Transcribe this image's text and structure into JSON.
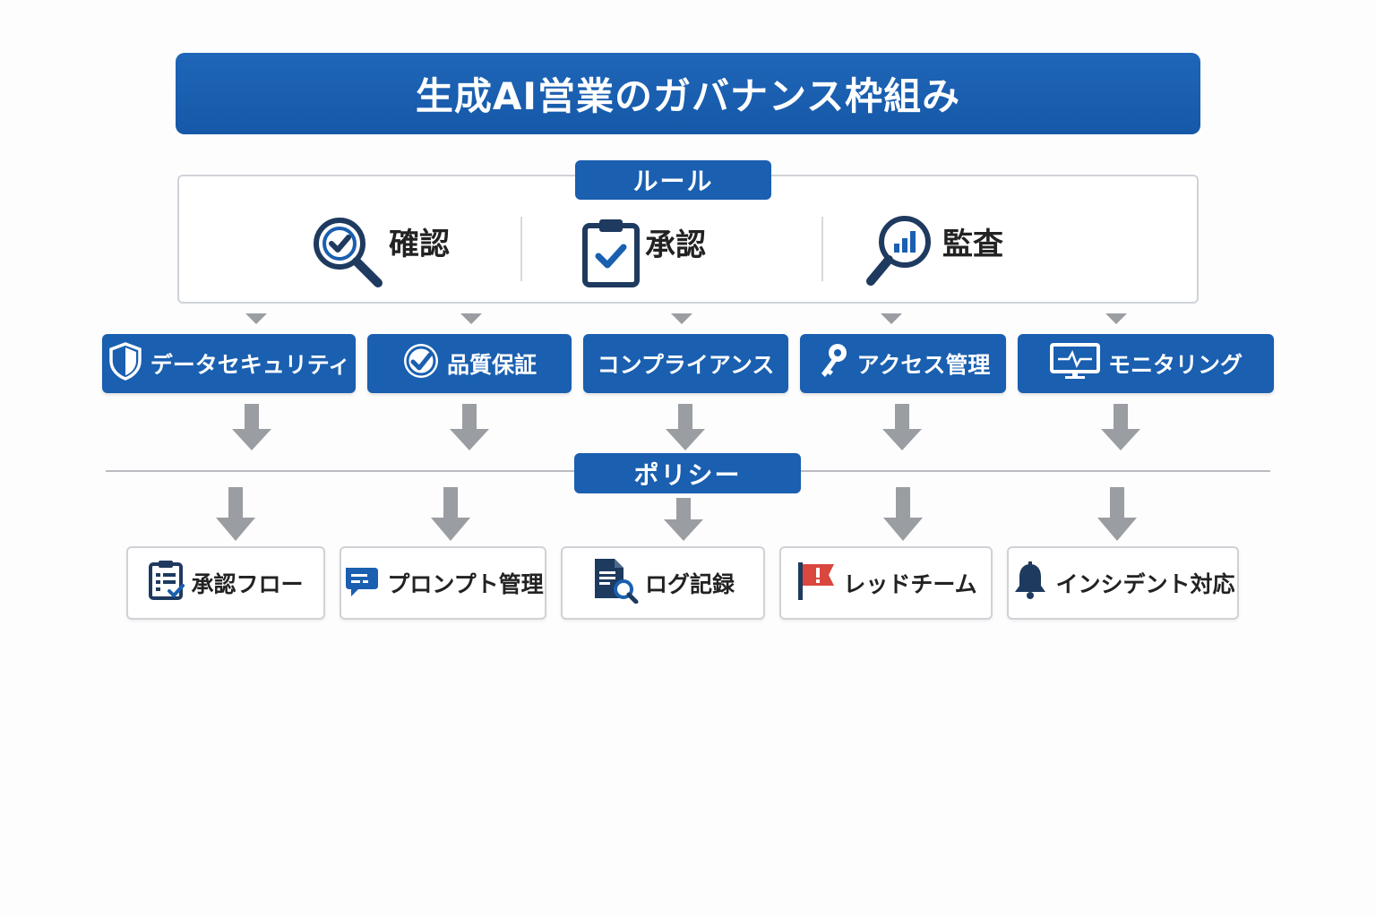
{
  "title": "生成AI営業のガバナンス枠組み",
  "rules": {
    "label": "ルール",
    "items": [
      {
        "label": "確認",
        "icon": "magnifier-check-icon"
      },
      {
        "label": "承認",
        "icon": "clipboard-check-icon"
      },
      {
        "label": "監査",
        "icon": "magnifier-chart-icon"
      }
    ]
  },
  "categories": [
    {
      "label": "データセキュリティ",
      "icon": "shield-icon"
    },
    {
      "label": "品質保証",
      "icon": "check-circle-icon"
    },
    {
      "label": "コンプライアンス",
      "icon": ""
    },
    {
      "label": "アクセス管理",
      "icon": "key-icon"
    },
    {
      "label": "モニタリング",
      "icon": "monitor-icon"
    }
  ],
  "policy": {
    "label": "ポリシー"
  },
  "leaves": [
    {
      "label": "承認フロー",
      "icon": "checklist-icon"
    },
    {
      "label": "プロンプト管理",
      "icon": "chat-bubble-icon"
    },
    {
      "label": "ログ記録",
      "icon": "document-search-icon"
    },
    {
      "label": "レッドチーム",
      "icon": "red-flag-icon"
    },
    {
      "label": "インシデント対応",
      "icon": "bell-icon"
    }
  ],
  "colors": {
    "primary": "#1a5fb0",
    "arrow": "#9a9da1",
    "flag": "#d9473f",
    "navy": "#1e3a5f"
  }
}
